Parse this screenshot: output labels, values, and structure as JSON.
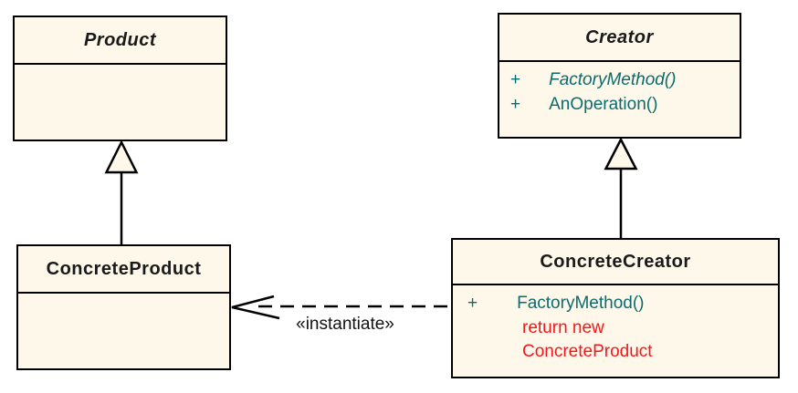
{
  "classes": {
    "product": {
      "name": "Product"
    },
    "creator": {
      "name": "Creator",
      "methods": [
        {
          "visibility": "+",
          "name": "FactoryMethod()"
        },
        {
          "visibility": "+",
          "name": "AnOperation()"
        }
      ]
    },
    "concrete_product": {
      "name": "ConcreteProduct"
    },
    "concrete_creator": {
      "name": "ConcreteCreator",
      "methods": [
        {
          "visibility": "+",
          "name": "FactoryMethod()"
        }
      ],
      "note_lines": [
        "return new",
        "ConcreteProduct"
      ]
    }
  },
  "relationships": {
    "instantiate_label": "«instantiate»"
  },
  "colors": {
    "class_fill": "#fdf8ea",
    "border": "#000000",
    "method_text": "#0d6a6e",
    "note_text": "#f7151c",
    "background": "#ffffff"
  }
}
